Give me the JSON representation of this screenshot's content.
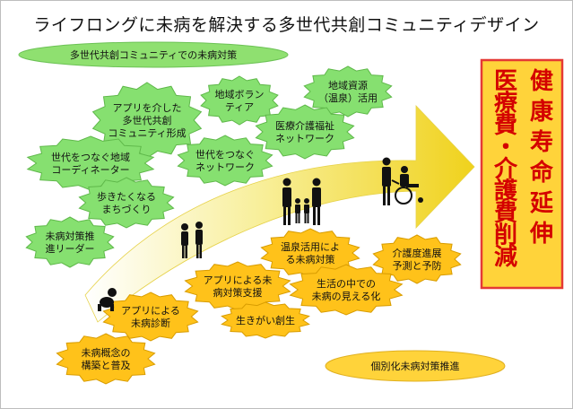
{
  "title": "ライフロングに未病を解決する多世代共創コミュニティデザイン",
  "green_header": "多世代共創コミュニティでの未病対策",
  "yellow_footer": "個別化未病対策推進",
  "outcome_box": {
    "col1": "健康寿命延伸",
    "col2": "医療費・介護費削減",
    "border_color": "#e53935",
    "fill_color": "#ffd33a",
    "text_color": "#d40000"
  },
  "green_bursts": [
    {
      "id": "app-community",
      "lines": [
        "アプリを介した",
        "多世代共創",
        "コミュニティ形成"
      ]
    },
    {
      "id": "volunteer",
      "lines": [
        "地域ボラン",
        "ティア"
      ]
    },
    {
      "id": "resource",
      "lines": [
        "地域資源",
        "（温泉）活用"
      ]
    },
    {
      "id": "care-network",
      "lines": [
        "医療介護福祉",
        "ネットワーク"
      ]
    },
    {
      "id": "coordinator",
      "lines": [
        "世代をつなぐ地域",
        "コーディネーター"
      ]
    },
    {
      "id": "gen-network",
      "lines": [
        "世代をつなぐ",
        "ネットワーク"
      ]
    },
    {
      "id": "town",
      "lines": [
        "歩きたくなる",
        "まちづくり"
      ]
    },
    {
      "id": "leader",
      "lines": [
        "未病対策推",
        "進リーダー"
      ]
    }
  ],
  "orange_bursts": [
    {
      "id": "onsen",
      "lines": [
        "温泉活用によ",
        "る未病対策"
      ]
    },
    {
      "id": "forecast",
      "lines": [
        "介護度進展",
        "予測と予防"
      ]
    },
    {
      "id": "app-support",
      "lines": [
        "アプリによる未",
        "病対策支援"
      ]
    },
    {
      "id": "visual",
      "lines": [
        "生活の中での",
        "未病の見える化"
      ]
    },
    {
      "id": "app-diagnosis",
      "lines": [
        "アプリによる",
        "未病診断"
      ]
    },
    {
      "id": "ikigai",
      "lines": [
        "生きがい創生"
      ]
    },
    {
      "id": "concept",
      "lines": [
        "未病概念の",
        "構築と普及"
      ]
    }
  ],
  "colors": {
    "green_burst": "#86e070",
    "orange_burst": "#ffc21a",
    "arrow_tip": "#f2d81e",
    "arrow_tail": "#ffffff"
  }
}
